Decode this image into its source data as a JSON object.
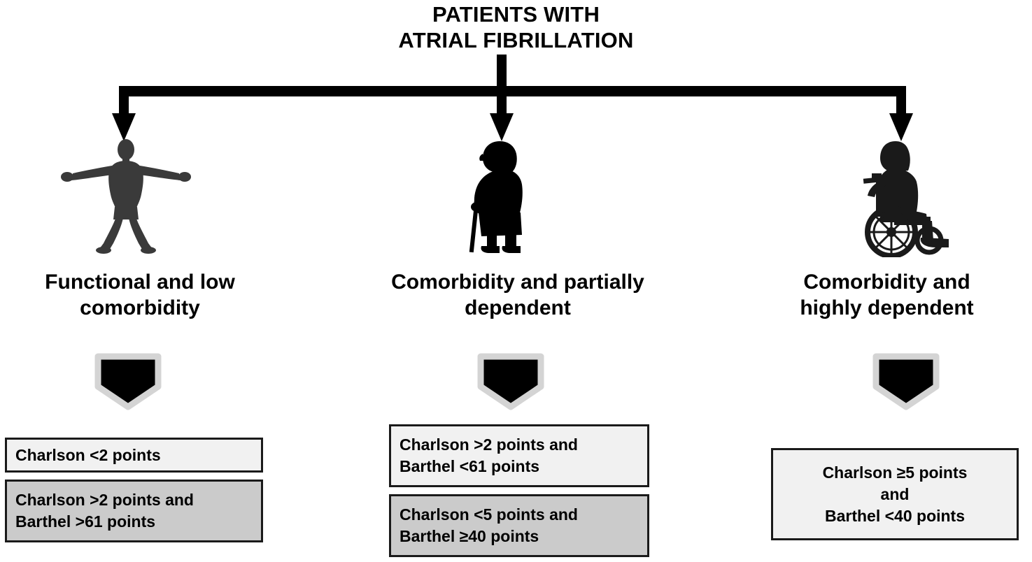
{
  "title": {
    "lines": [
      "PATIENTS WITH",
      "ATRIAL FIBRILLATION"
    ]
  },
  "colors": {
    "ink": "#000000",
    "box_border": "#1a1a1a",
    "box_light": "#f1f1f1",
    "box_dark": "#cbcbcb",
    "pentagon_fill": "#000000",
    "pentagon_border": "#d4d4d4",
    "silhouette_gray": "#3a3a3a",
    "silhouette_black": "#000000",
    "background": "#ffffff"
  },
  "connector": {
    "name": "three-way-split-arrow",
    "stem_from_title": true,
    "branch_count": 3
  },
  "groups": [
    {
      "id": "functional-low-comorbidity",
      "icon": "athletic-person-icon",
      "icon_description": "standing person with arms outstretched holding dumbbells",
      "heading_lines": [
        "Functional and low",
        "comorbidity"
      ],
      "arrow": "pentagon-down-arrow",
      "boxes": [
        {
          "id": "charlson-under-2",
          "shade": "light",
          "align": "left",
          "lines": [
            "Charlson <2 points"
          ]
        },
        {
          "id": "charlson-over-2-barthel-over-61",
          "shade": "dark",
          "align": "left",
          "lines": [
            "Charlson >2 points and",
            "Barthel >61 points"
          ]
        }
      ]
    },
    {
      "id": "comorbidity-partially-dependent",
      "icon": "elderly-person-with-cane-icon",
      "icon_description": "elderly woman in profile leaning on a walking cane",
      "heading_lines": [
        "Comorbidity and partially",
        "dependent"
      ],
      "arrow": "pentagon-down-arrow",
      "boxes": [
        {
          "id": "charlson-over-2-barthel-under-61",
          "shade": "light",
          "align": "left",
          "lines": [
            "Charlson >2 points and",
            "Barthel <61 points"
          ]
        },
        {
          "id": "charlson-under-5-barthel-over-eq-40",
          "shade": "dark",
          "align": "left",
          "lines": [
            "Charlson <5 points and",
            "Barthel ≥40 points"
          ]
        }
      ]
    },
    {
      "id": "comorbidity-highly-dependent",
      "icon": "wheelchair-user-icon",
      "icon_description": "person seated in a manual wheelchair facing right",
      "heading_lines": [
        "Comorbidity and",
        "highly dependent"
      ],
      "arrow": "pentagon-down-arrow",
      "boxes": [
        {
          "id": "charlson-over-eq-5-barthel-under-40",
          "shade": "light",
          "align": "center",
          "lines": [
            "Charlson ≥5 points",
            "and",
            "Barthel <40 points"
          ]
        }
      ]
    }
  ]
}
